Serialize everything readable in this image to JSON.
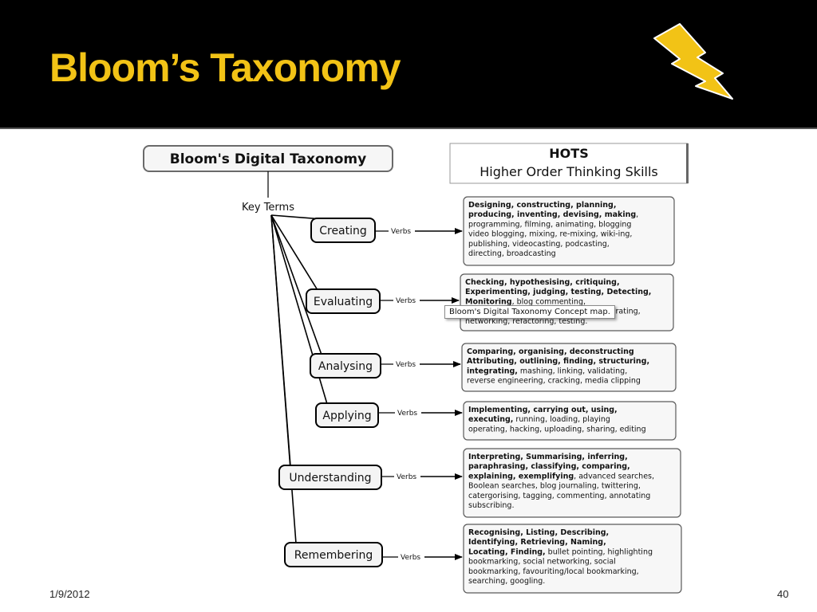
{
  "slide": {
    "title": "Bloom’s Taxonomy",
    "date": "1/9/2012",
    "page_number": "40",
    "accent_color": "#f2c316"
  },
  "diagram": {
    "title": "Bloom's Digital Taxonomy",
    "hots_title": "HOTS",
    "hots_subtitle": "Higher Order Thinking Skills",
    "key_terms_label": "Key Terms",
    "link_label": "Verbs",
    "tooltip": "Bloom's Digital Taxonomy Concept map.",
    "levels": [
      {
        "name": "Creating",
        "verbs": [
          [
            {
              "t": "Designing, constructing, planning,",
              "b": true
            }
          ],
          [
            {
              "t": "producing, inventing, devising, making",
              "b": true
            },
            {
              "t": ",",
              "b": false
            }
          ],
          [
            {
              "t": "programming, filming, animating, blogging",
              "b": false
            }
          ],
          [
            {
              "t": "video blogging, mixing, re-mixing, wiki-ing,",
              "b": false
            }
          ],
          [
            {
              "t": "publishing, videocasting, podcasting,",
              "b": false
            }
          ],
          [
            {
              "t": "directing, broadcasting",
              "b": false
            }
          ]
        ]
      },
      {
        "name": "Evaluating",
        "verbs": [
          [
            {
              "t": "Checking, hypothesising, critiquing,",
              "b": true
            }
          ],
          [
            {
              "t": "Experimenting, judging, testing, Detecting,",
              "b": true
            }
          ],
          [
            {
              "t": "Monitoring",
              "b": true
            },
            {
              "t": ", blog commenting,",
              "b": false
            }
          ],
          [
            {
              "t": "reviewing, posting, moderating, collaborating,",
              "b": false
            }
          ],
          [
            {
              "t": "networking, refactoring, testing.",
              "b": false
            }
          ]
        ]
      },
      {
        "name": "Analysing",
        "verbs": [
          [
            {
              "t": "Comparing, organising, deconstructing",
              "b": true
            }
          ],
          [
            {
              "t": "Attributing, outlining, finding, structuring,",
              "b": true
            }
          ],
          [
            {
              "t": "integrating,",
              "b": true
            },
            {
              "t": " mashing, linking, validating,",
              "b": false
            }
          ],
          [
            {
              "t": "reverse engineering, cracking, media clipping",
              "b": false
            }
          ]
        ]
      },
      {
        "name": "Applying",
        "verbs": [
          [
            {
              "t": "Implementing, carrying out, using,",
              "b": true
            }
          ],
          [
            {
              "t": "executing,",
              "b": true
            },
            {
              "t": " running, loading, playing",
              "b": false
            }
          ],
          [
            {
              "t": "operating, hacking, uploading, sharing, editing",
              "b": false
            }
          ]
        ]
      },
      {
        "name": "Understanding",
        "verbs": [
          [
            {
              "t": "Interpreting, Summarising, inferring,",
              "b": true
            }
          ],
          [
            {
              "t": "paraphrasing, classifying, comparing,",
              "b": true
            }
          ],
          [
            {
              "t": "explaining, exemplifying",
              "b": true
            },
            {
              "t": ", advanced searches,",
              "b": false
            }
          ],
          [
            {
              "t": "Boolean searches, blog journaling, twittering,",
              "b": false
            }
          ],
          [
            {
              "t": "catergorising, tagging, commenting, annotating",
              "b": false
            }
          ],
          [
            {
              "t": "subscribing.",
              "b": false
            }
          ]
        ]
      },
      {
        "name": "Remembering",
        "verbs": [
          [
            {
              "t": "Recognising, Listing, Describing,",
              "b": true
            }
          ],
          [
            {
              "t": "Identifying, Retrieving, Naming,",
              "b": true
            }
          ],
          [
            {
              "t": "Locating, Finding,",
              "b": true
            },
            {
              "t": " bullet pointing, highlighting",
              "b": false
            }
          ],
          [
            {
              "t": "bookmarking, social networking, social",
              "b": false
            }
          ],
          [
            {
              "t": "bookmarking, favouriting/local bookmarking,",
              "b": false
            }
          ],
          [
            {
              "t": "searching, googling.",
              "b": false
            }
          ]
        ]
      }
    ]
  }
}
